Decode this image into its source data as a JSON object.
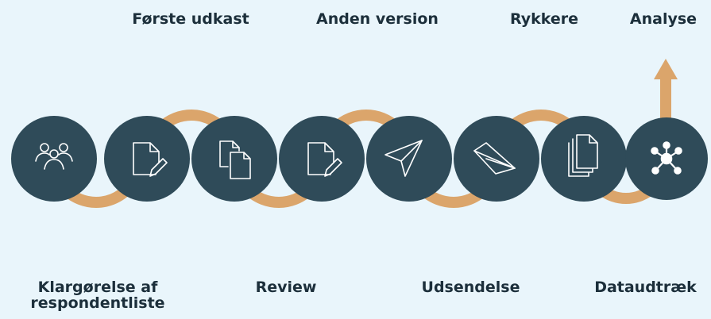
{
  "colors": {
    "background": "#e9f5fb",
    "circle": "#2f4b59",
    "connector": "#dba56b",
    "icon_stroke": "#ffffff",
    "label": "#1c2f3b"
  },
  "steps": [
    {
      "icon": "people-group-icon"
    },
    {
      "icon": "document-edit-icon"
    },
    {
      "icon": "documents-copy-icon"
    },
    {
      "icon": "document-edit-icon"
    },
    {
      "icon": "paper-plane-icon"
    },
    {
      "icon": "paper-plane-tilted-icon"
    },
    {
      "icon": "document-stack-icon"
    },
    {
      "icon": "network-hub-icon"
    }
  ],
  "top_labels": [
    "Første udkast",
    "Anden version",
    "Rykkere",
    "Analyse"
  ],
  "bottom_labels": [
    {
      "line1": "Klargørelse af",
      "line2": "respondentliste"
    },
    {
      "line1": "Review",
      "line2": ""
    },
    {
      "line1": "Udsendelse",
      "line2": ""
    },
    {
      "line1": "Dataudtræk",
      "line2": ""
    }
  ]
}
